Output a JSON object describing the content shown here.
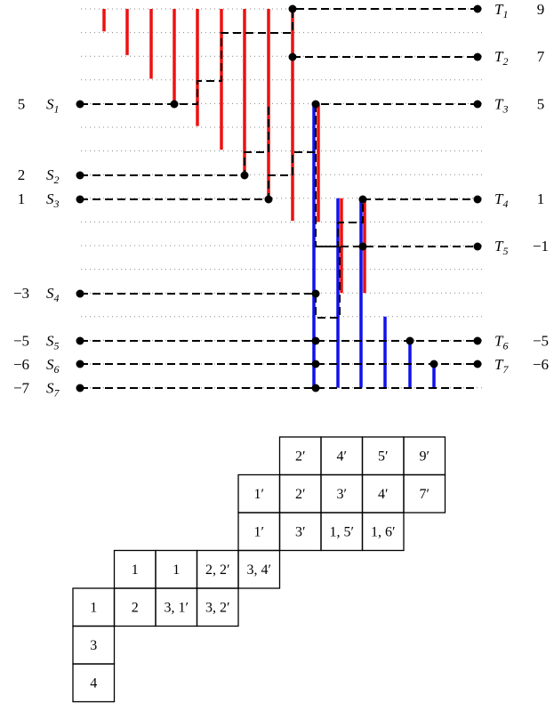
{
  "left_labels": [
    {
      "value": "5",
      "name": "S",
      "sub": "1",
      "row": 4
    },
    {
      "value": "2",
      "name": "S",
      "sub": "2",
      "row": 7
    },
    {
      "value": "1",
      "name": "S",
      "sub": "3",
      "row": 8
    },
    {
      "value": "−3",
      "name": "S",
      "sub": "4",
      "row": 12
    },
    {
      "value": "−5",
      "name": "S",
      "sub": "5",
      "row": 14
    },
    {
      "value": "−6",
      "name": "S",
      "sub": "6",
      "row": 15
    },
    {
      "value": "−7",
      "name": "S",
      "sub": "7",
      "row": 16
    }
  ],
  "right_labels": [
    {
      "name": "T",
      "sub": "1",
      "value": "9",
      "row": 0
    },
    {
      "name": "T",
      "sub": "2",
      "value": "7",
      "row": 2
    },
    {
      "name": "T",
      "sub": "3",
      "value": "5",
      "row": 4
    },
    {
      "name": "T",
      "sub": "4",
      "value": "1",
      "row": 8
    },
    {
      "name": "T",
      "sub": "5",
      "value": "−1",
      "row": 10
    },
    {
      "name": "T",
      "sub": "6",
      "value": "−5",
      "row": 14
    },
    {
      "name": "T",
      "sub": "7",
      "value": "−6",
      "row": 15
    }
  ],
  "colors": {
    "red": "#ee1111",
    "blue": "#1111ee",
    "black": "#000000"
  },
  "tableau": {
    "rows": [
      {
        "start": 5,
        "cells": [
          "2′",
          "4′",
          "5′",
          "9′"
        ]
      },
      {
        "start": 4,
        "cells": [
          "1′",
          "2′",
          "3′",
          "4′",
          "7′"
        ]
      },
      {
        "start": 4,
        "cells": [
          "1′",
          "3′",
          "1, 5′",
          "1, 6′"
        ]
      },
      {
        "start": 1,
        "cells": [
          "1",
          "1",
          "2, 2′",
          "3, 4′"
        ]
      },
      {
        "start": 0,
        "cells": [
          "1",
          "2",
          "3, 1′",
          "3, 2′"
        ]
      },
      {
        "start": 0,
        "cells": [
          "3"
        ]
      },
      {
        "start": 0,
        "cells": [
          "4"
        ]
      }
    ]
  }
}
